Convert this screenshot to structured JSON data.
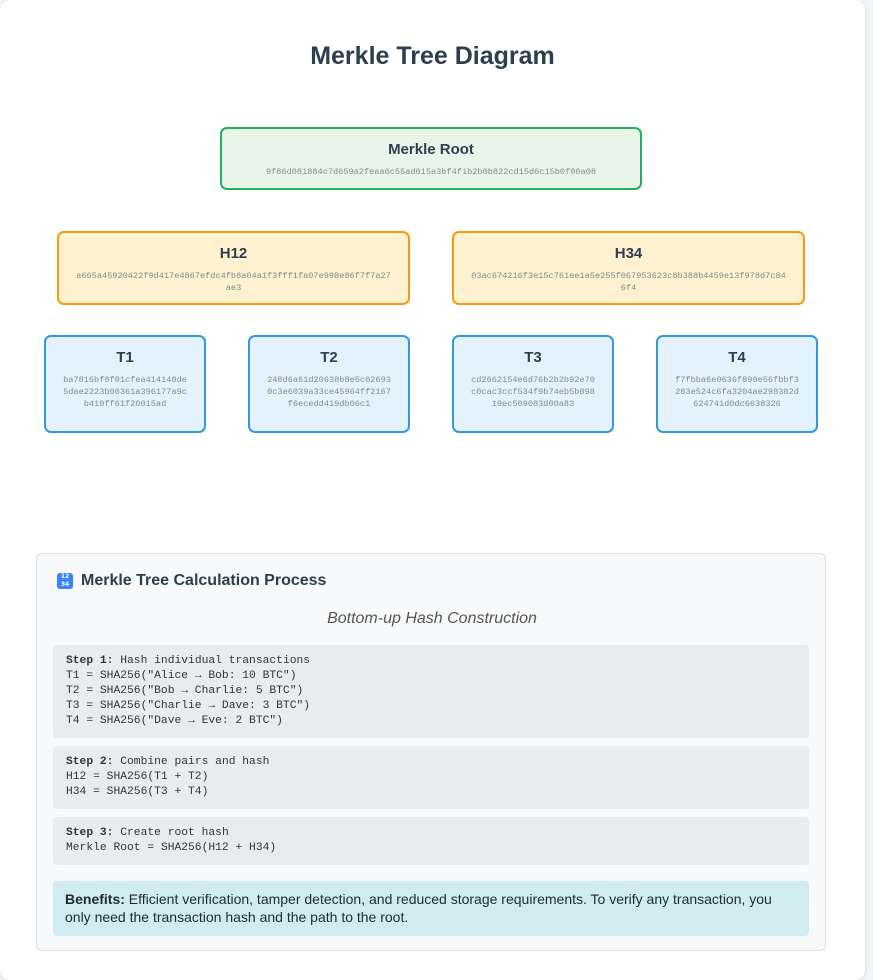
{
  "title": "Merkle Tree Diagram",
  "tree": {
    "root": {
      "label": "Merkle Root",
      "hash": "9f86d081884c7d659a2feaa0c55ad015a3bf4f1b2b0b822cd15d6c15b0f00a08"
    },
    "mid": [
      {
        "label": "H12",
        "hash": "a665a45920422f9d417e4867efdc4fb8a04a1f3fff1fa07e998e86f7f7a27ae3"
      },
      {
        "label": "H34",
        "hash": "03ac674216f3e15c761ee1a5e255f067953623c8b388b4459e13f978d7c846f4"
      }
    ],
    "leaves": [
      {
        "label": "T1",
        "hash": "ba7816bf8f01cfea414140de5dae2223b00361a396177a9cb410ff61f20015ad"
      },
      {
        "label": "T2",
        "hash": "248d6a61d20638b8e5c026930c3e6039a33ce45964ff2167f6ecedd419db06c1"
      },
      {
        "label": "T3",
        "hash": "cd2662154e6d76b2b2b92e70c0cac3ccf534f9b74eb5b89819ec509083d00a83"
      },
      {
        "label": "T4",
        "hash": "f7fbba6e0636f890e56fbbf3283e524c6fa3204ae298382d624741d0dc6638326"
      }
    ]
  },
  "process": {
    "icon": "calculator-icon",
    "heading": "Merkle Tree Calculation Process",
    "subtitle": "Bottom-up Hash Construction",
    "steps": [
      {
        "title": "Step 1:",
        "desc": "Hash individual transactions",
        "lines": [
          "T1 = SHA256(\"Alice → Bob: 10 BTC\")",
          "T2 = SHA256(\"Bob → Charlie: 5 BTC\")",
          "T3 = SHA256(\"Charlie → Dave: 3 BTC\")",
          "T4 = SHA256(\"Dave → Eve: 2 BTC\")"
        ]
      },
      {
        "title": "Step 2:",
        "desc": "Combine pairs and hash",
        "lines": [
          "H12 = SHA256(T1 + T2)",
          "H34 = SHA256(T3 + T4)"
        ]
      },
      {
        "title": "Step 3:",
        "desc": "Create root hash",
        "lines": [
          "Merkle Root = SHA256(H12 + H34)"
        ]
      }
    ],
    "benefits_label": "Benefits:",
    "benefits_text": "Efficient verification, tamper detection, and reduced storage requirements. To verify any transaction, you only need the transaction hash and the path to the root."
  }
}
